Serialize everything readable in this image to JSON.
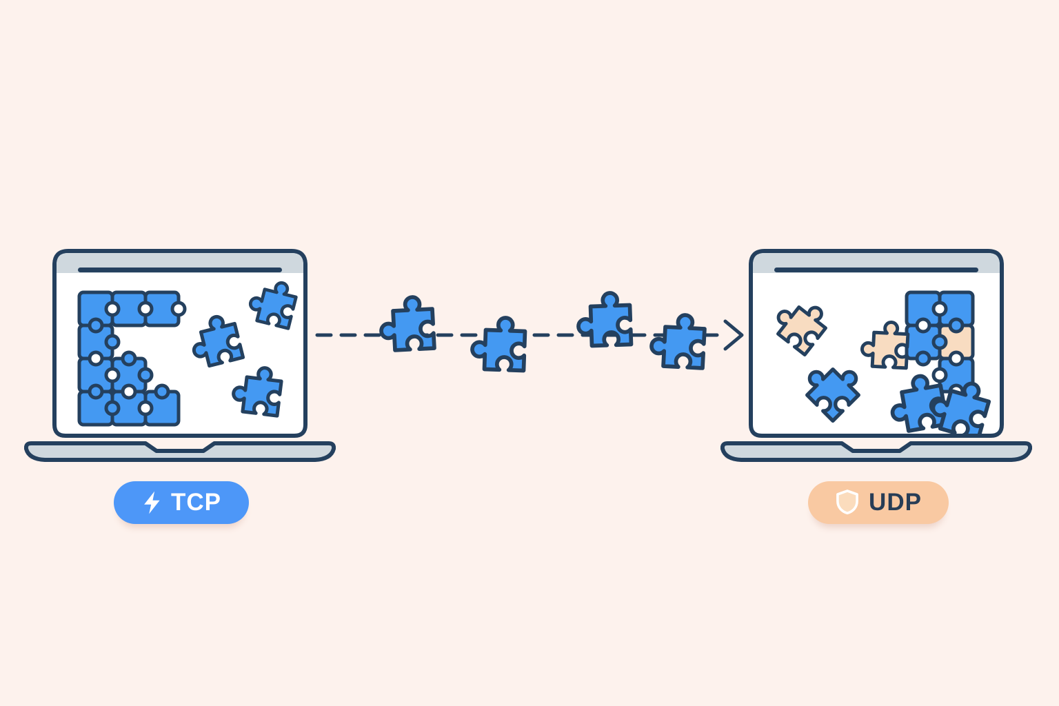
{
  "illustration": {
    "description": "TCP vs UDP data delivery comparison using puzzle pieces",
    "background_color": "#fdf2ed",
    "outline_color": "#24405e"
  },
  "colors": {
    "packet_blue": "#4499f2",
    "packet_peach": "#f8dcc1",
    "laptop_gray": "#cfd8de",
    "screen_white": "#ffffff",
    "shadow": "#f3e1da",
    "tcp_badge_bg": "#4d97f8",
    "tcp_badge_text": "#ffffff",
    "udp_badge_bg": "#f9c9a2",
    "udp_badge_text": "#273d56"
  },
  "sender": {
    "badge": {
      "label": "TCP",
      "icon": "lightning-bolt-icon"
    },
    "screen": {
      "state": "ordered",
      "assembled_pieces": 9,
      "loose_pieces": 3,
      "piece_color": "blue"
    }
  },
  "transfer": {
    "style": "dashed-arrow",
    "direction": "left-to-right",
    "packets_in_flight": 4,
    "packet_color": "blue"
  },
  "receiver": {
    "badge": {
      "label": "UDP",
      "icon": "shield-icon"
    },
    "screen": {
      "state": "scrambled",
      "assembled_pieces": 5,
      "loose_pieces": 6,
      "piece_colors": [
        "blue",
        "peach"
      ]
    }
  }
}
